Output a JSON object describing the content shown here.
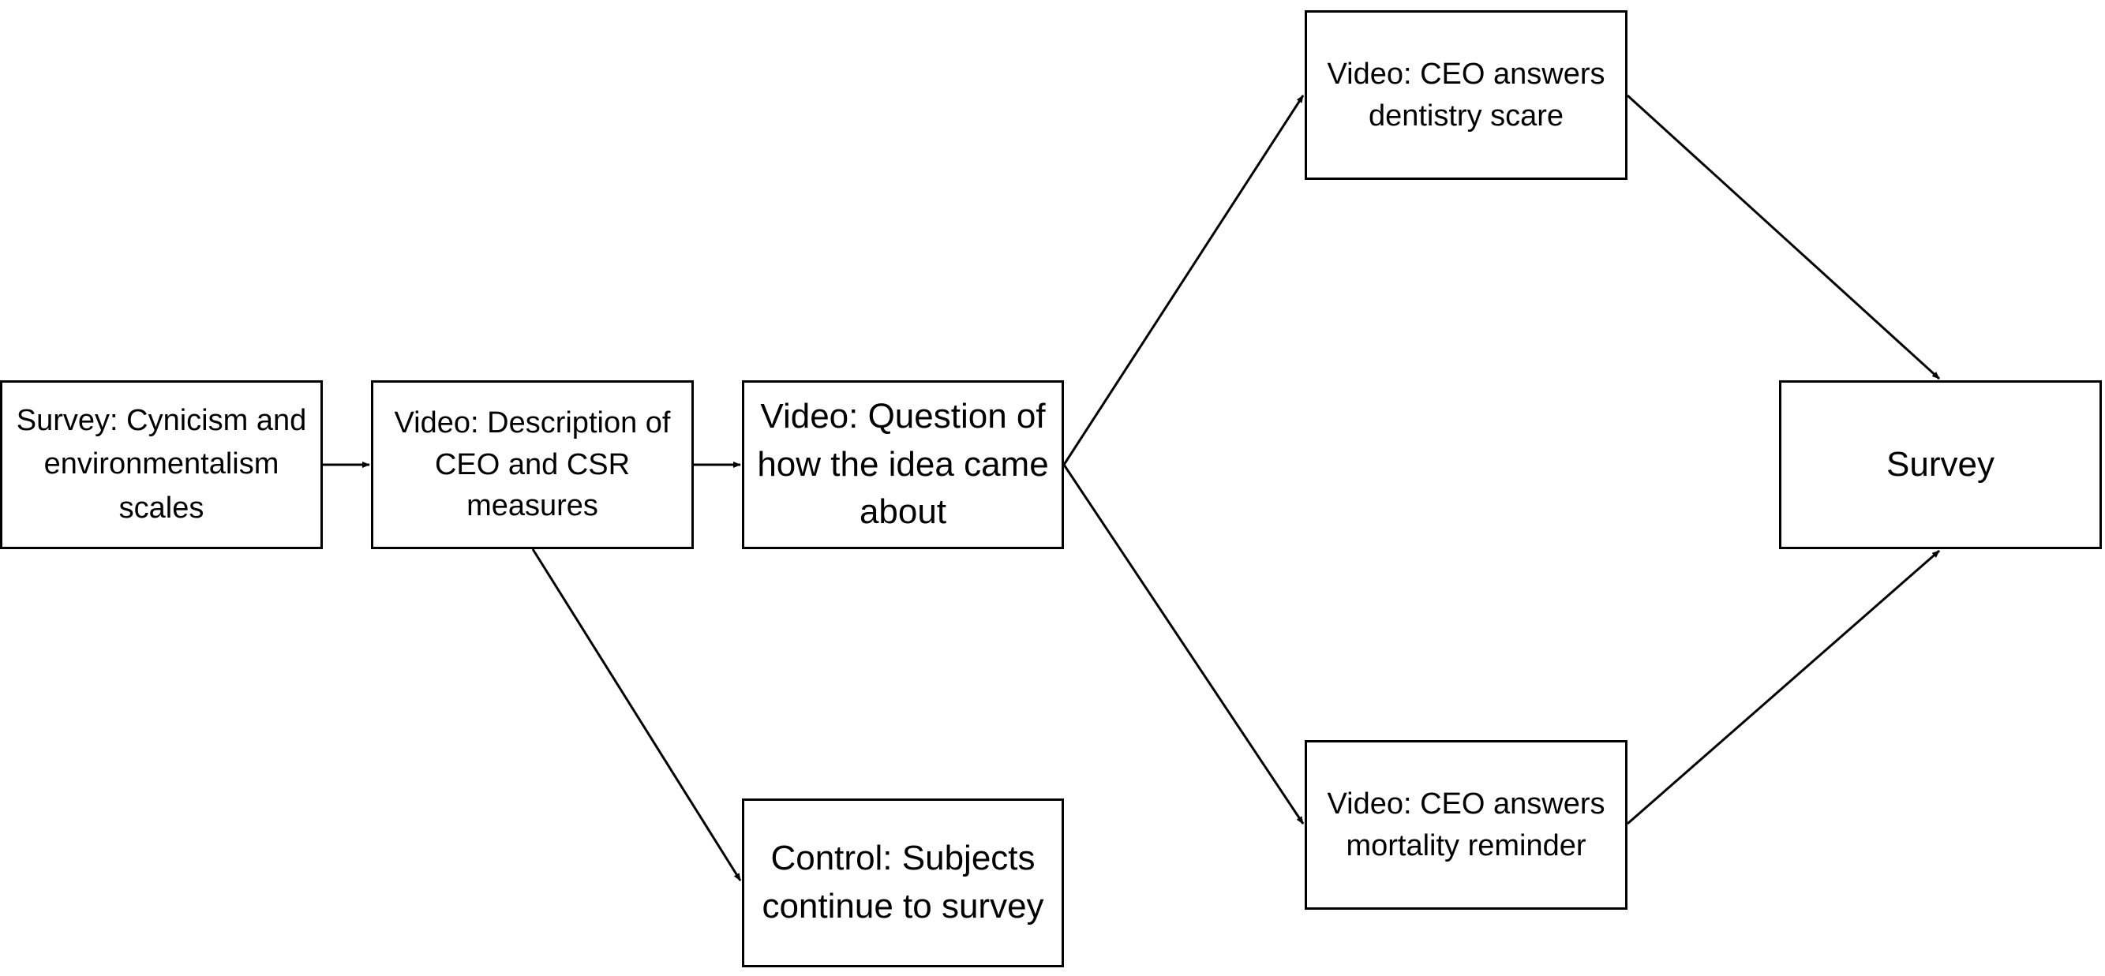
{
  "diagram": {
    "nodes": {
      "survey_scales": "Survey: Cynicism and environmentalism scales",
      "video_description": "Video: Description of CEO and CSR measures",
      "video_question": "Video: Question of how the idea came about",
      "control": "Control: Subjects continue to survey",
      "video_dentistry": "Video: CEO answers dentistry scare",
      "video_mortality": "Video: CEO answers mortality reminder",
      "survey_final": "Survey"
    },
    "edges": [
      {
        "from": "survey_scales",
        "to": "video_description"
      },
      {
        "from": "video_description",
        "to": "video_question"
      },
      {
        "from": "video_description",
        "to": "control"
      },
      {
        "from": "video_question",
        "to": "video_dentistry"
      },
      {
        "from": "video_question",
        "to": "video_mortality"
      },
      {
        "from": "video_dentistry",
        "to": "survey_final"
      },
      {
        "from": "video_mortality",
        "to": "survey_final"
      }
    ],
    "line_color": "#000000"
  }
}
